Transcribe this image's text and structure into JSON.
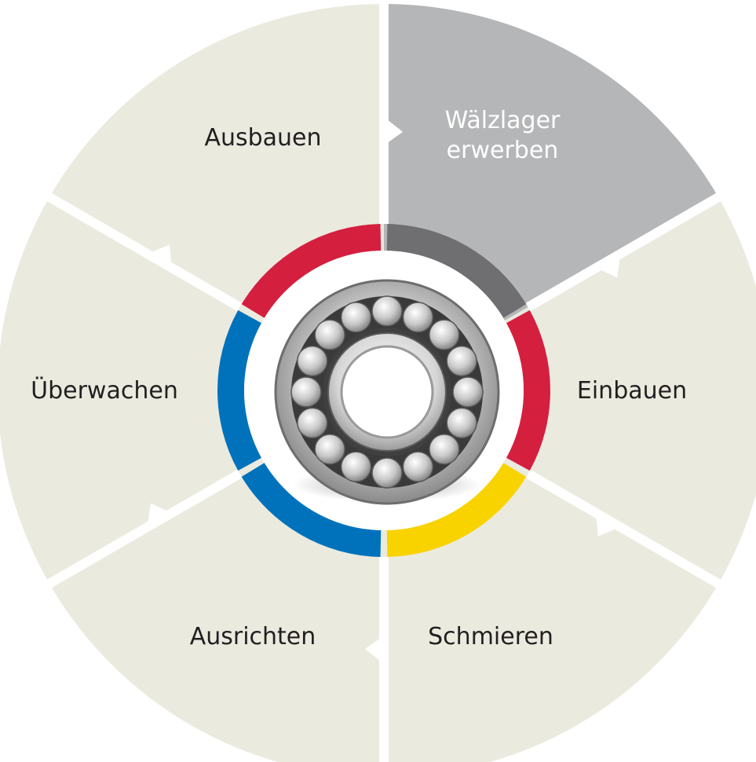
{
  "diagram": {
    "segments": [
      {
        "id": "acquire",
        "lines": [
          "Wälzlager",
          "erwerben"
        ],
        "active": true,
        "ring_color": "#6f6f71"
      },
      {
        "id": "mount",
        "lines": [
          "Einbauen"
        ],
        "active": false,
        "ring_color": "#d51f3f"
      },
      {
        "id": "lube",
        "lines": [
          "Schmieren"
        ],
        "active": false,
        "ring_color": "#f8d300"
      },
      {
        "id": "align",
        "lines": [
          "Ausrichten"
        ],
        "active": false,
        "ring_color": "#0072bc"
      },
      {
        "id": "monitor",
        "lines": [
          "Überwachen"
        ],
        "active": false,
        "ring_color": "#0072bc"
      },
      {
        "id": "dismount",
        "lines": [
          "Ausbauen"
        ],
        "active": false,
        "ring_color": "#d51f3f"
      }
    ],
    "colors": {
      "segment_fill": "#ebeadf",
      "active_fill": "#b5b6b8",
      "active_text": "#ffffff",
      "text": "#231f20",
      "gap": "#ffffff"
    },
    "center_image": "bearing-photo"
  }
}
